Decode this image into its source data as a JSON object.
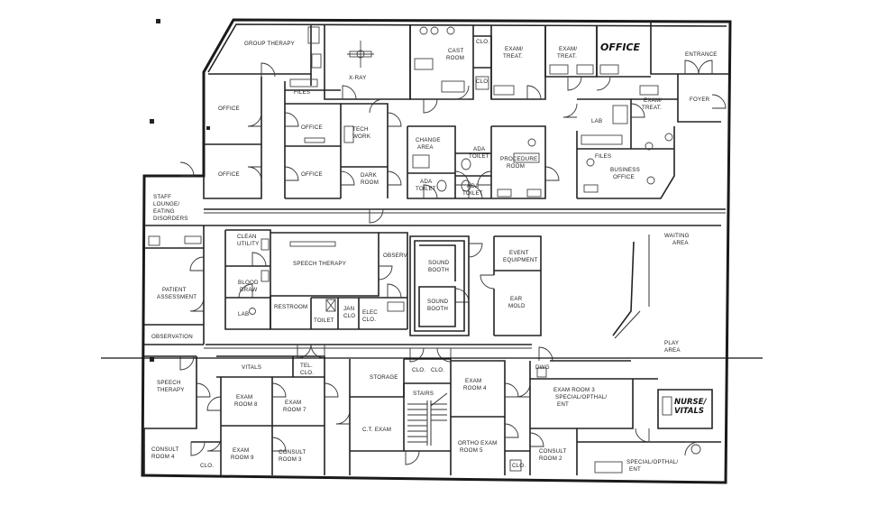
{
  "rooms": {
    "group_therapy": "GROUP THERAPY",
    "x_ray": "X-RAY",
    "cast_room": [
      "CAST",
      "ROOM"
    ],
    "clo_a": "CLO.",
    "clo_b": "CLO.",
    "exam_treat_1": [
      "EXAM/",
      "TREAT."
    ],
    "exam_treat_2": [
      "EXAM/",
      "TREAT."
    ],
    "office_hand": "OFFICE",
    "entrance": "ENTRANCE",
    "office_1": "OFFICE",
    "files_top": "FILES",
    "office_2": "OFFICE",
    "tech_work": [
      "TECH",
      "WORK"
    ],
    "office_3": "OFFICE",
    "office_4": "OFFICE",
    "dark_room": [
      "DARK",
      "ROOM"
    ],
    "change_area": [
      "CHANGE",
      "AREA"
    ],
    "ada_toilet_1": [
      "ADA",
      "TOILET"
    ],
    "ada_toilet_2": [
      "ADA",
      "TOILET"
    ],
    "ada_toilet_3": [
      "ADA",
      "TOILET"
    ],
    "procedure_room": [
      "PROCEDURE",
      "ROOM"
    ],
    "lab": "LAB",
    "exam_treat_3": [
      "EXAM/",
      "TREAT."
    ],
    "foyer": "FOYER",
    "files_mid": "FILES",
    "business_office": [
      "BUSINESS",
      "OFFICE"
    ],
    "staff_lounge": [
      "STAFF",
      "LOUNGE/",
      "EATING",
      "DISORDERS"
    ],
    "clean_utility": [
      "CLEAN",
      "UTILITY"
    ],
    "speech_therapy_1": "SPEECH THERAPY",
    "observ": "OBSERV.",
    "sound_booth_1": [
      "SOUND",
      "BOOTH"
    ],
    "sound_booth_2": [
      "SOUND",
      "BOOTH"
    ],
    "event_equipment": [
      "EVENT",
      "EQUIPMENT"
    ],
    "ear_mold": [
      "EAR",
      "MOLD"
    ],
    "waiting_area": [
      "WAITING",
      "AREA"
    ],
    "blood_draw": [
      "BLOOD",
      "DRAW"
    ],
    "patient_assessment": [
      "PATIENT",
      "ASSESSMENT"
    ],
    "lab_2": "LAB",
    "restroom": "RESTROOM",
    "toilet": "TOILET",
    "jan_clo": [
      "JAN",
      "CLO"
    ],
    "elec_clo": [
      "ELEC",
      "CLO."
    ],
    "observation": "OBSERVATION",
    "play_area": [
      "PLAY",
      "AREA"
    ],
    "vitals": "VITALS",
    "tel_clo": [
      "TEL.",
      "CLO."
    ],
    "storage": "STORAGE",
    "clo_c": "CLO.",
    "clo_d": "CLO.",
    "stairs": "STAIRS",
    "exam_room_4": [
      "EXAM",
      "ROOM 4"
    ],
    "dwg": "DWG",
    "exam_room_3": [
      "EXAM ROOM 3",
      "SPECIAL/OPTHAL/",
      "ENT"
    ],
    "nurse_vitals": [
      "NURSE/",
      "VITALS"
    ],
    "speech_therapy_2": [
      "SPEECH",
      "THERAPY"
    ],
    "exam_room_8": [
      "EXAM",
      "ROOM 8"
    ],
    "exam_room_7": [
      "EXAM",
      "ROOM 7"
    ],
    "ct_exam": "C.T. EXAM",
    "ortho_exam_room_5": [
      "ORTHO EXAM",
      "ROOM 5"
    ],
    "consult_room_4": [
      "CONSULT",
      "ROOM 4"
    ],
    "clo_e": "CLO.",
    "exam_room_9": [
      "EXAM",
      "ROOM 9"
    ],
    "consult_room_3": [
      "CONSULT",
      "ROOM 3"
    ],
    "clo_f": "CLO.",
    "consult_room_2": [
      "CONSULT",
      "ROOM 2"
    ],
    "special_ent": [
      "SPECIAL/OPTHAL/",
      "ENT"
    ]
  },
  "colors": {
    "ink": "#1a1a1a",
    "paper": "#ffffff"
  }
}
